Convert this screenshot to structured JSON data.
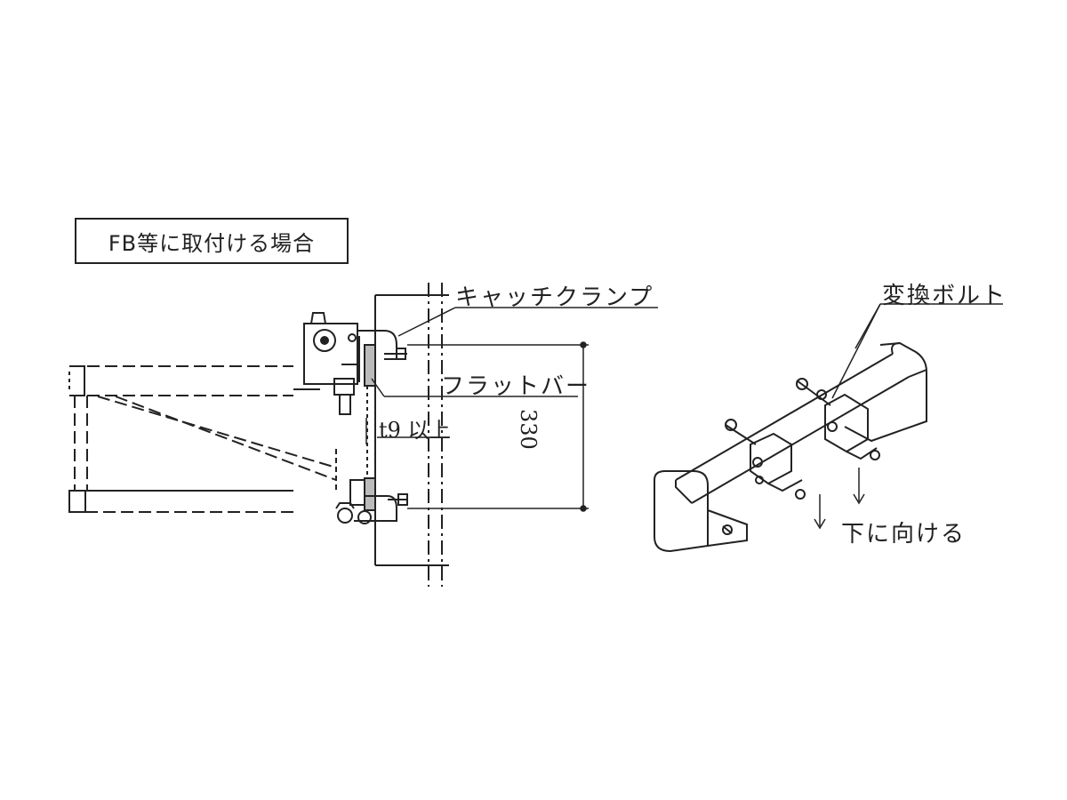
{
  "title": "FB等に取付ける場合",
  "labels": {
    "catch_clamp": "キャッチクランプ",
    "flat_bar": "フラットバー",
    "thickness": "t9 以上",
    "dimension": "330",
    "conversion_bolt": "変換ボルト",
    "face_down": "下に向ける"
  },
  "colors": {
    "ink": "#222222",
    "background": "#ffffff"
  }
}
